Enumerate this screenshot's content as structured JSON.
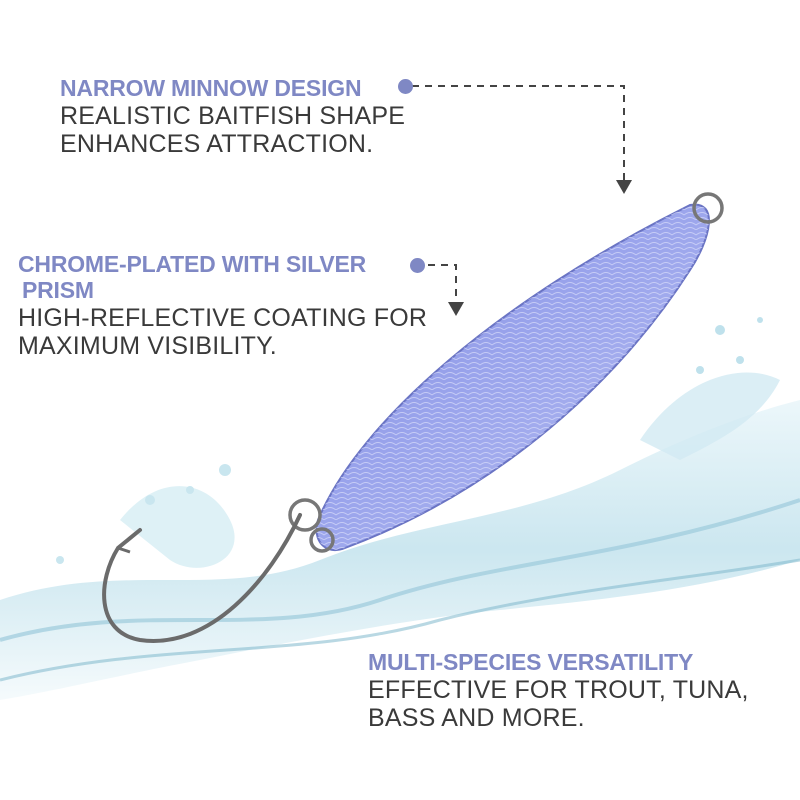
{
  "colors": {
    "accent": "#7f88c4",
    "body_text": "#3a3a3a",
    "connector": "#444444",
    "lure": "#8f9be6",
    "water": "#bfe1ec"
  },
  "features": [
    {
      "title": "NARROW MINNOW DESIGN",
      "body_lines": [
        "REALISTIC BAITFISH SHAPE",
        "ENHANCES ATTRACTION."
      ]
    },
    {
      "title_lines": [
        "CHROME-PLATED WITH SILVER",
        "PRISM"
      ],
      "body_lines": [
        "HIGH-REFLECTIVE COATING FOR",
        "MAXIMUM VISIBILITY."
      ]
    },
    {
      "title": "MULTI-SPECIES VERSATILITY",
      "body_lines": [
        "EFFECTIVE FOR TROUT, TUNA,",
        "BASS AND MORE."
      ]
    }
  ]
}
